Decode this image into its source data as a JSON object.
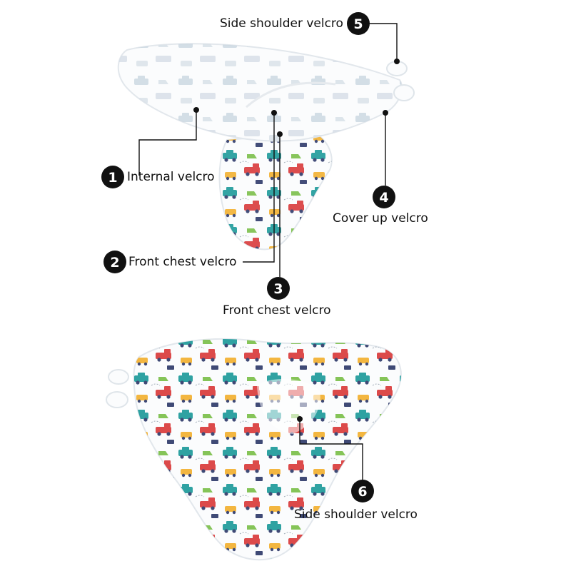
{
  "callouts": [
    {
      "id": "1",
      "number": "1",
      "text": "Internal velcro"
    },
    {
      "id": "2",
      "number": "2",
      "text": "Front chest velcro"
    },
    {
      "id": "3",
      "number": "3",
      "text": "Front chest velcro"
    },
    {
      "id": "4",
      "number": "4",
      "text": "Cover up velcro"
    },
    {
      "id": "5",
      "number": "5",
      "text": "Side shoulder velcro"
    },
    {
      "id": "6",
      "number": "6",
      "text": "Side shoulder velcro"
    }
  ],
  "colors": {
    "line": "#111111",
    "fabric": "#fbfcfd",
    "fabric_shadow": "#e6eaee",
    "print_teal": "#1d9a9a",
    "print_red": "#d93a3a",
    "print_yellow": "#f2b030",
    "print_navy": "#2f3a6a",
    "print_green": "#7bbf4a"
  },
  "icons": [
    "numbered-badge-icon",
    "swaddle-blanket-folded-image",
    "swaddle-blanket-open-image"
  ]
}
